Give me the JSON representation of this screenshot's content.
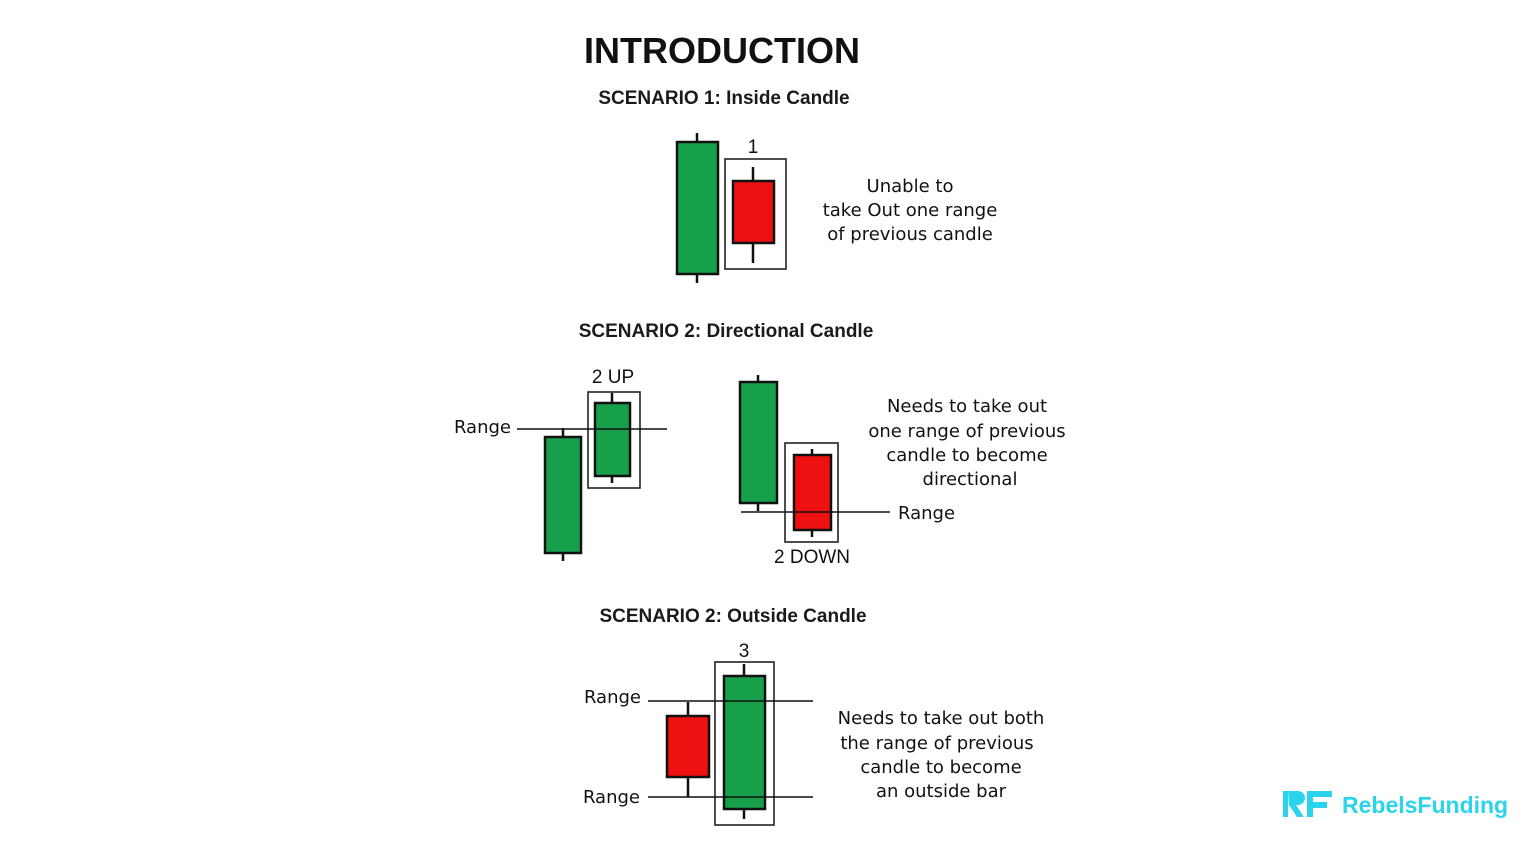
{
  "title": "INTRODUCTION",
  "scenario1": {
    "heading": "SCENARIO 1: Inside Candle",
    "marker": "1",
    "note": [
      "Unable to",
      "take Out one range",
      "of previous candle"
    ]
  },
  "scenario2": {
    "heading": "SCENARIO 2: Directional Candle",
    "up_label": "2 UP",
    "down_label": "2 DOWN",
    "range_left": "Range",
    "range_right": "Range",
    "note": [
      "Needs to take out",
      "one range of previous",
      "candle to become",
      "directional"
    ]
  },
  "scenario3": {
    "heading": "SCENARIO 2: Outside Candle",
    "marker": "3",
    "range_top": "Range",
    "range_bottom": "Range",
    "note": [
      "Needs to take out both",
      "the range of previous",
      "candle to become",
      "an outside bar"
    ]
  },
  "brand": {
    "name": "RebelsFunding",
    "color": "#2ad4ec"
  },
  "colors": {
    "bull": "#16a04a",
    "bear": "#ee1111"
  }
}
